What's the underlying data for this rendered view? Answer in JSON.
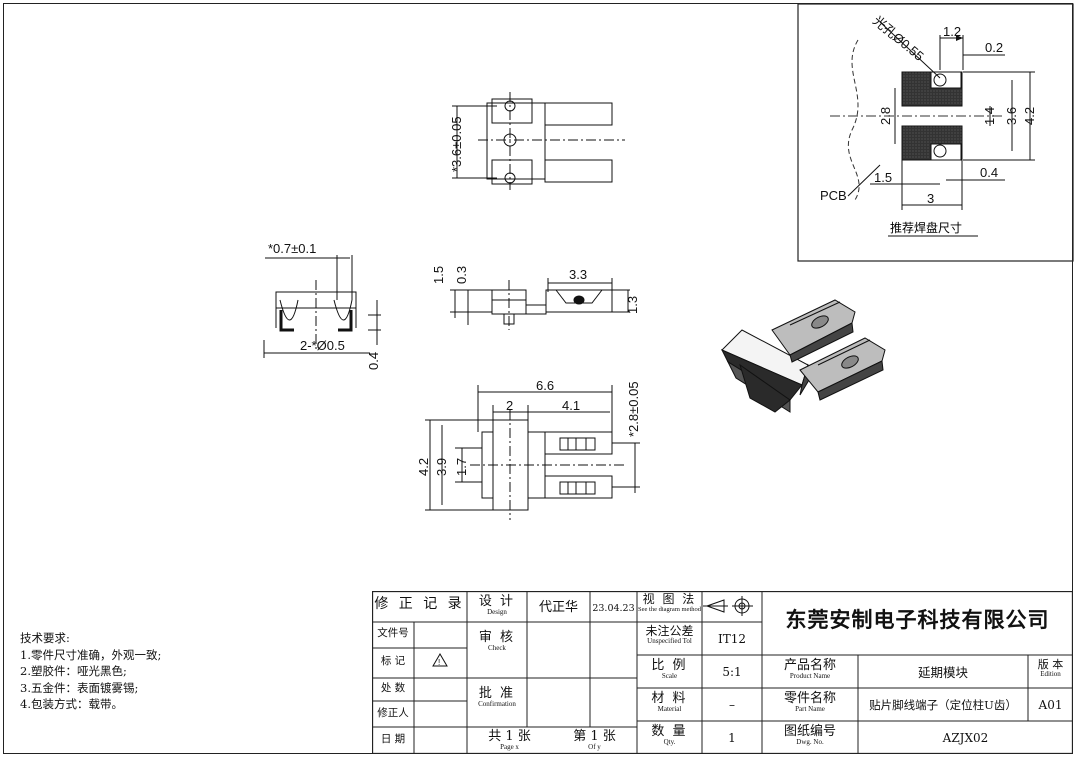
{
  "notes": {
    "title": "技术要求:",
    "items": [
      "1.零件尺寸准确，外观一致;",
      "2.塑胶件：哑光黑色;",
      "3.五金件：表面镀雾锡;",
      "4.包装方式：载带。"
    ]
  },
  "inset": {
    "hole_label": "光孔Ø0.55",
    "d_1_2": "1.2",
    "d_0_2": "0.2",
    "d_2_8": "2.8",
    "d_1_4": "1.4",
    "d_3_6": "3.6",
    "d_4_2": "4.2",
    "d_1_5": "1.5",
    "d_0_4": "0.4",
    "d_3": "3",
    "pcb": "PCB",
    "caption": "推荐焊盘尺寸"
  },
  "views": {
    "top_36": "*3.6±0.05",
    "side_07": "*0.7±0.1",
    "side_pin": "2-*Ø0.5",
    "side_04": "0.4",
    "front_15": "1.5",
    "front_03": "0.3",
    "front_33": "3.3",
    "front_13": "1.3",
    "bot_66": "6.6",
    "bot_2": "2",
    "bot_41": "4.1",
    "bot_28": "*2.8±0.05",
    "bot_42": "4.2",
    "bot_39": "3.9",
    "bot_17": "1.7"
  },
  "titleblock": {
    "revision_record": "修 正 记 录",
    "doc_no": "文件号",
    "mark": "标  记",
    "location": "处  数",
    "reviser": "修正人",
    "date": "日  期",
    "design_cn": "设 计",
    "design_en": "Design",
    "designer": "代正华",
    "design_date": "23.04.23",
    "check_cn": "审 核",
    "check_en": "Check",
    "confirm_cn": "批 准",
    "confirm_en": "Confirmation",
    "total_sheets": "共  1  张",
    "total_en": "Page  x",
    "sheet_no": "第  1  张",
    "sheet_en": "Of  y",
    "view_method_cn": "视 图 法",
    "view_method_en": "See the diagram method",
    "tol_cn": "未注公差",
    "tol_en": "Unspecified Tol",
    "tol_val": "IT12",
    "scale_cn": "比  例",
    "scale_en": "Scale",
    "scale_val": "5:1",
    "material_cn": "材  料",
    "material_en": "Material",
    "material_val": "–",
    "qty_cn": "数  量",
    "qty_en": "Qty.",
    "qty_val": "1",
    "company": "东莞安制电子科技有限公司",
    "product_cn": "产品名称",
    "product_en": "Product Name",
    "product_val": "延期模块",
    "edition_cn": "版  本",
    "edition_en": "Edition",
    "part_cn": "零件名称",
    "part_en": "Part Name",
    "part_val": "贴片脚线端子（定位柱U齿）",
    "edition_val": "A01",
    "dwg_cn": "图纸编号",
    "dwg_en": "Dwg. No.",
    "dwg_val": "AZJX02"
  }
}
